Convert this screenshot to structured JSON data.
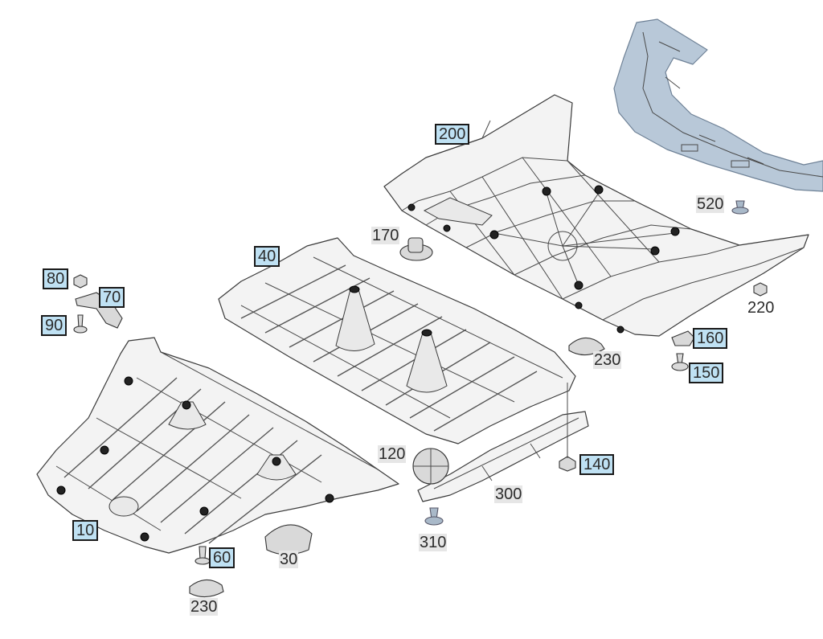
{
  "callouts": [
    {
      "id": "c200",
      "text": "200",
      "style": "boxed"
    },
    {
      "id": "c520",
      "text": "520",
      "style": "plain"
    },
    {
      "id": "c170",
      "text": "170",
      "style": "plain"
    },
    {
      "id": "c40",
      "text": "40",
      "style": "boxed"
    },
    {
      "id": "c80",
      "text": "80",
      "style": "boxed"
    },
    {
      "id": "c70",
      "text": "70",
      "style": "boxed"
    },
    {
      "id": "c90",
      "text": "90",
      "style": "boxed"
    },
    {
      "id": "c220",
      "text": "220",
      "style": "noback"
    },
    {
      "id": "c160",
      "text": "160",
      "style": "boxed"
    },
    {
      "id": "c230a",
      "text": "230",
      "style": "plain"
    },
    {
      "id": "c150",
      "text": "150",
      "style": "boxed"
    },
    {
      "id": "c120",
      "text": "120",
      "style": "plain"
    },
    {
      "id": "c140",
      "text": "140",
      "style": "boxed"
    },
    {
      "id": "c300",
      "text": "300",
      "style": "plain"
    },
    {
      "id": "c310",
      "text": "310",
      "style": "plain"
    },
    {
      "id": "c10",
      "text": "10",
      "style": "boxed"
    },
    {
      "id": "c60",
      "text": "60",
      "style": "boxed"
    },
    {
      "id": "c30",
      "text": "30",
      "style": "plain"
    },
    {
      "id": "c230b",
      "text": "230",
      "style": "plain"
    }
  ],
  "colors": {
    "callout_box_fill": "#bfe1f3",
    "callout_plain_fill": "#e6e6e6",
    "highlighted_part": "#b8c8d8"
  }
}
